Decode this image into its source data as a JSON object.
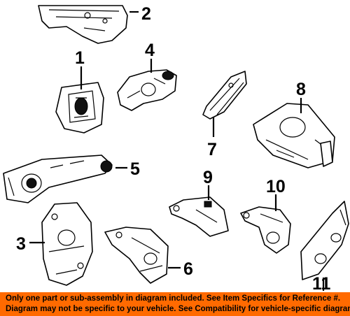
{
  "callouts": {
    "c1": "1",
    "c2": "2",
    "c3": "3",
    "c4": "4",
    "c5": "5",
    "c6": "6",
    "c7": "7",
    "c8": "8",
    "c9": "9",
    "c10": "10",
    "c11": "11"
  },
  "banner": {
    "line1": "Only one part or sub-assembly in diagram included. See Item Specifics for Reference #.",
    "line2": "Diagram may not be specific to your vehicle. See Compatibility for vehicle-specific diagrams."
  },
  "colors": {
    "banner": "#ff6a00",
    "ink": "#000000"
  }
}
